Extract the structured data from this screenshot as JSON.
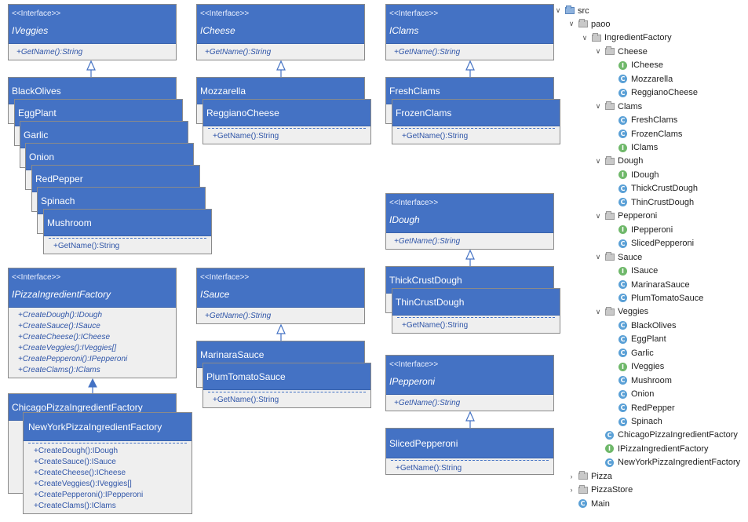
{
  "stereotype": "<<Interface>>",
  "method_getname": "+GetName():String",
  "veggies": {
    "iface": "IVeggies",
    "classes": [
      "BlackOlives",
      "EggPlant",
      "Garlic",
      "Onion",
      "RedPepper",
      "Spinach",
      "Mushroom"
    ]
  },
  "cheese": {
    "iface": "ICheese",
    "classes": [
      "Mozzarella",
      "ReggianoCheese"
    ]
  },
  "clams": {
    "iface": "IClams",
    "classes": [
      "FreshClams",
      "FrozenClams"
    ]
  },
  "dough": {
    "iface": "IDough",
    "classes": [
      "ThickCrustDough",
      "ThinCrustDough"
    ]
  },
  "sauce": {
    "iface": "ISauce",
    "classes": [
      "MarinaraSauce",
      "PlumTomatoSauce"
    ]
  },
  "pepperoni": {
    "iface": "IPepperoni",
    "classes": [
      "SlicedPepperoni"
    ]
  },
  "factory": {
    "iface": "IPizzaIngredientFactory",
    "iface_methods": [
      "+CreateDough():IDough",
      "+CreateSauce():ISauce",
      "+CreateCheese():ICheese",
      "+CreateVeggies():IVeggies[]",
      "+CreatePepperoni():IPepperoni",
      "+CreateClams():IClams"
    ],
    "classes": [
      "ChicagoPizzaIngredientFactory",
      "NewYorkPizzaIngredientFactory"
    ],
    "class_methods": [
      "+CreateDough():IDough",
      "+CreateSauce():ISauce",
      "+CreateCheese():ICheese",
      "+CreateVeggies():IVeggies[]",
      "+CreatePepperoni():IPepperoni",
      "+CreateClams():IClams"
    ]
  },
  "tree": [
    {
      "label": "src",
      "depth": 0,
      "type": "folder-blue",
      "open": true
    },
    {
      "label": "paoo",
      "depth": 1,
      "type": "folder",
      "open": true
    },
    {
      "label": "IngredientFactory",
      "depth": 2,
      "type": "folder",
      "open": true
    },
    {
      "label": "Cheese",
      "depth": 3,
      "type": "folder",
      "open": true
    },
    {
      "label": "ICheese",
      "depth": 4,
      "type": "interface"
    },
    {
      "label": "Mozzarella",
      "depth": 4,
      "type": "class"
    },
    {
      "label": "ReggianoCheese",
      "depth": 4,
      "type": "class"
    },
    {
      "label": "Clams",
      "depth": 3,
      "type": "folder",
      "open": true
    },
    {
      "label": "FreshClams",
      "depth": 4,
      "type": "class"
    },
    {
      "label": "FrozenClams",
      "depth": 4,
      "type": "class"
    },
    {
      "label": "IClams",
      "depth": 4,
      "type": "interface"
    },
    {
      "label": "Dough",
      "depth": 3,
      "type": "folder",
      "open": true
    },
    {
      "label": "IDough",
      "depth": 4,
      "type": "interface"
    },
    {
      "label": "ThickCrustDough",
      "depth": 4,
      "type": "class"
    },
    {
      "label": "ThinCrustDough",
      "depth": 4,
      "type": "class"
    },
    {
      "label": "Pepperoni",
      "depth": 3,
      "type": "folder",
      "open": true
    },
    {
      "label": "IPepperoni",
      "depth": 4,
      "type": "interface"
    },
    {
      "label": "SlicedPepperoni",
      "depth": 4,
      "type": "class"
    },
    {
      "label": "Sauce",
      "depth": 3,
      "type": "folder",
      "open": true
    },
    {
      "label": "ISauce",
      "depth": 4,
      "type": "interface"
    },
    {
      "label": "MarinaraSauce",
      "depth": 4,
      "type": "class"
    },
    {
      "label": "PlumTomatoSauce",
      "depth": 4,
      "type": "class"
    },
    {
      "label": "Veggies",
      "depth": 3,
      "type": "folder",
      "open": true
    },
    {
      "label": "BlackOlives",
      "depth": 4,
      "type": "class"
    },
    {
      "label": "EggPlant",
      "depth": 4,
      "type": "class"
    },
    {
      "label": "Garlic",
      "depth": 4,
      "type": "class"
    },
    {
      "label": "IVeggies",
      "depth": 4,
      "type": "interface"
    },
    {
      "label": "Mushroom",
      "depth": 4,
      "type": "class"
    },
    {
      "label": "Onion",
      "depth": 4,
      "type": "class"
    },
    {
      "label": "RedPepper",
      "depth": 4,
      "type": "class"
    },
    {
      "label": "Spinach",
      "depth": 4,
      "type": "class"
    },
    {
      "label": "ChicagoPizzaIngredientFactory",
      "depth": 3,
      "type": "class"
    },
    {
      "label": "IPizzaIngredientFactory",
      "depth": 3,
      "type": "interface"
    },
    {
      "label": "NewYorkPizzaIngredientFactory",
      "depth": 3,
      "type": "class"
    },
    {
      "label": "Pizza",
      "depth": 1,
      "type": "folder",
      "open": false
    },
    {
      "label": "PizzaStore",
      "depth": 1,
      "type": "folder",
      "open": false
    },
    {
      "label": "Main",
      "depth": 1,
      "type": "main"
    }
  ]
}
